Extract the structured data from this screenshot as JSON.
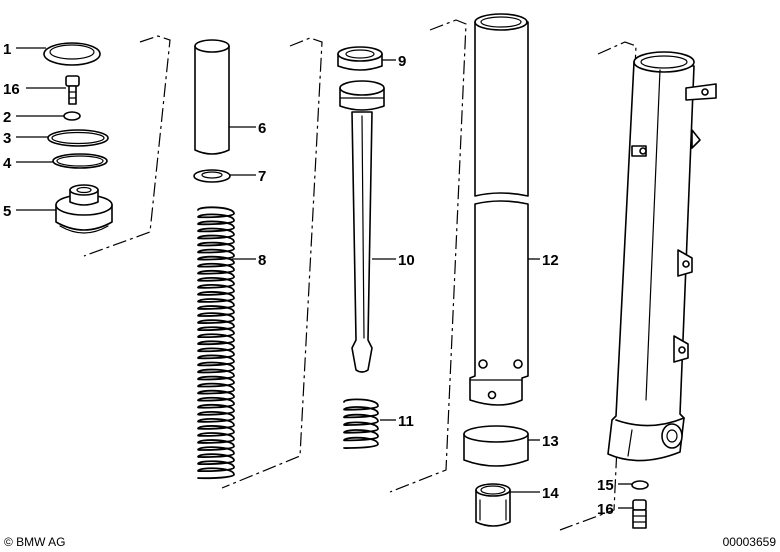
{
  "callouts": [
    "1",
    "16",
    "2",
    "3",
    "4",
    "5",
    "6",
    "7",
    "8",
    "9",
    "10",
    "11",
    "12",
    "13",
    "14",
    "15",
    "16"
  ],
  "footer": {
    "copyright": "© BMW AG",
    "drawing_number": "00003659"
  }
}
